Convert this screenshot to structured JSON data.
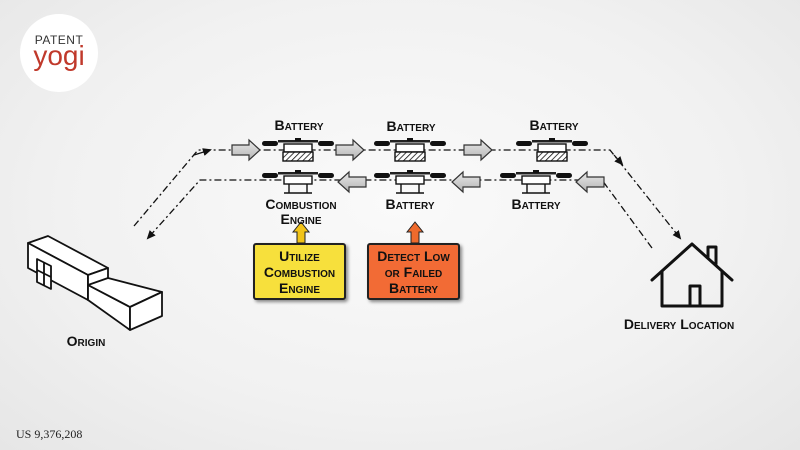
{
  "logo": {
    "top": "PATENT",
    "bottom": "yogi",
    "accent": "#c0392b"
  },
  "labels": {
    "battery_top_1": "Battery",
    "battery_top_2": "Battery",
    "battery_top_3": "Battery",
    "battery_bottom_1": "Battery",
    "battery_bottom_2": "Battery",
    "combustion_line1": "Combustion",
    "combustion_line2": "Engine",
    "origin": "Origin",
    "delivery_location": "Delivery Location"
  },
  "callouts": {
    "utilize": {
      "lines": [
        "Utilize",
        "Combustion",
        "Engine"
      ],
      "color": "#f7e03c",
      "arrow_color": "#f2c418"
    },
    "detect": {
      "lines": [
        "Detect Low",
        "or Failed",
        "Battery"
      ],
      "color": "#f26b35",
      "arrow_color": "#ef6a2c"
    }
  },
  "patent_number": "US 9,376,208"
}
